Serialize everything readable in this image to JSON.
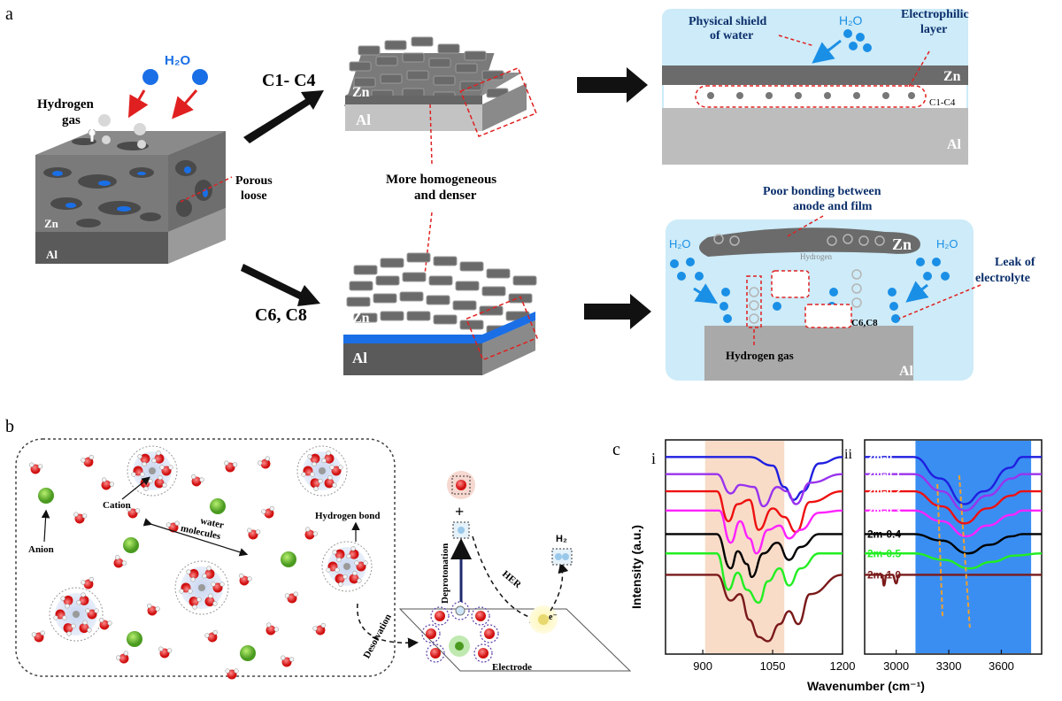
{
  "panels": {
    "a": "a",
    "b": "b",
    "c": "c"
  },
  "panel_a": {
    "water_top": "H₂O",
    "hydrogen_gas": "Hydrogen gas",
    "porous_loose": "Porous loose",
    "zn": "Zn",
    "al": "Al",
    "route_top": "C1- C4",
    "route_bottom": "C6, C8",
    "homogeneous": "More homogeneous and denser",
    "top_box": {
      "physical_shield": "Physical shield of water",
      "h2o": "H₂O",
      "electrophilic": "Electrophilic layer",
      "zn": "Zn",
      "chain_label": "C1-C4",
      "al": "Al"
    },
    "bottom_box": {
      "poor_bonding": "Poor bonding between anode and film",
      "zn": "Zn",
      "hydrogen_small": "Hydrogen",
      "h2o_left": "H₂O",
      "h2o_right": "H₂O",
      "leak": "Leak of electrolyte",
      "chain_label": "C6,C8",
      "hydrogen_gas": "Hydrogen gas",
      "al": "Al"
    }
  },
  "panel_b": {
    "cation": "Cation",
    "anion": "Anion",
    "water_molecules": "water molecules",
    "hydrogen_bond": "Hydrogen bond",
    "desolvation": "Desolvation",
    "deprotonation": "Deprotonation",
    "her": "HER",
    "h2": "H₂",
    "electron": "e⁻",
    "electrode": "Electrode",
    "plus": "+"
  },
  "chart_data": [
    {
      "type": "line",
      "panel": "i",
      "xlabel": "",
      "ylabel": "Intensity (a.u.)",
      "x_ticks": [
        900,
        1050,
        1200
      ],
      "xlim": [
        820,
        1200
      ],
      "highlight_band": [
        905,
        1075
      ],
      "series": [
        {
          "color": "#1f1fe0",
          "points": [
            [
              820,
              1.0
            ],
            [
              1000,
              1.0
            ],
            [
              1050,
              0.96
            ],
            [
              1075,
              0.86
            ],
            [
              1095,
              0.8
            ],
            [
              1115,
              0.84
            ],
            [
              1150,
              0.97
            ],
            [
              1200,
              1.0
            ]
          ]
        },
        {
          "color": "#9933ee",
          "points": [
            [
              820,
              0.92
            ],
            [
              930,
              0.92
            ],
            [
              960,
              0.83
            ],
            [
              980,
              0.87
            ],
            [
              1010,
              0.86
            ],
            [
              1030,
              0.77
            ],
            [
              1060,
              0.86
            ],
            [
              1080,
              0.84
            ],
            [
              1100,
              0.78
            ],
            [
              1130,
              0.88
            ],
            [
              1200,
              0.92
            ]
          ]
        },
        {
          "color": "#ee1111",
          "points": [
            [
              820,
              0.84
            ],
            [
              930,
              0.84
            ],
            [
              955,
              0.7
            ],
            [
              975,
              0.78
            ],
            [
              1000,
              0.8
            ],
            [
              1020,
              0.66
            ],
            [
              1050,
              0.76
            ],
            [
              1075,
              0.72
            ],
            [
              1100,
              0.65
            ],
            [
              1130,
              0.79
            ],
            [
              1200,
              0.84
            ]
          ]
        },
        {
          "color": "#ff22ff",
          "points": [
            [
              820,
              0.75
            ],
            [
              935,
              0.75
            ],
            [
              960,
              0.6
            ],
            [
              980,
              0.7
            ],
            [
              1000,
              0.62
            ],
            [
              1015,
              0.55
            ],
            [
              1040,
              0.66
            ],
            [
              1065,
              0.68
            ],
            [
              1085,
              0.62
            ],
            [
              1110,
              0.66
            ],
            [
              1150,
              0.74
            ],
            [
              1200,
              0.75
            ]
          ]
        },
        {
          "color": "#000000",
          "points": [
            [
              820,
              0.64
            ],
            [
              930,
              0.64
            ],
            [
              960,
              0.48
            ],
            [
              975,
              0.56
            ],
            [
              995,
              0.5
            ],
            [
              1005,
              0.44
            ],
            [
              1030,
              0.55
            ],
            [
              1060,
              0.6
            ],
            [
              1085,
              0.52
            ],
            [
              1110,
              0.58
            ],
            [
              1150,
              0.64
            ],
            [
              1200,
              0.64
            ]
          ]
        },
        {
          "color": "#22ee22",
          "points": [
            [
              820,
              0.55
            ],
            [
              930,
              0.55
            ],
            [
              955,
              0.38
            ],
            [
              975,
              0.46
            ],
            [
              995,
              0.38
            ],
            [
              1020,
              0.32
            ],
            [
              1040,
              0.42
            ],
            [
              1065,
              0.48
            ],
            [
              1085,
              0.4
            ],
            [
              1110,
              0.48
            ],
            [
              1150,
              0.55
            ],
            [
              1200,
              0.55
            ]
          ]
        },
        {
          "color": "#7a1a1a",
          "points": [
            [
              820,
              0.45
            ],
            [
              930,
              0.45
            ],
            [
              960,
              0.33
            ],
            [
              980,
              0.36
            ],
            [
              1000,
              0.24
            ],
            [
              1020,
              0.16
            ],
            [
              1040,
              0.14
            ],
            [
              1065,
              0.22
            ],
            [
              1085,
              0.28
            ],
            [
              1105,
              0.22
            ],
            [
              1130,
              0.36
            ],
            [
              1200,
              0.45
            ]
          ]
        }
      ]
    },
    {
      "type": "line",
      "panel": "ii",
      "xlabel": "Wavenumber (cm⁻¹)",
      "ylabel": "",
      "x_ticks": [
        3000,
        3300,
        3600
      ],
      "xlim": [
        2820,
        3830
      ],
      "highlight_band": [
        3110,
        3770
      ],
      "series": [
        {
          "name": "2m-0",
          "color": "#1f1fe0",
          "label_color": "#ffffff",
          "points": [
            [
              2820,
              1.0
            ],
            [
              3100,
              1.0
            ],
            [
              3250,
              0.9
            ],
            [
              3390,
              0.78
            ],
            [
              3500,
              0.84
            ],
            [
              3650,
              0.95
            ],
            [
              3720,
              1.0
            ],
            [
              3830,
              1.0
            ]
          ]
        },
        {
          "name": "2m-0.1",
          "color": "#9933ee",
          "label_color": "#ffffff",
          "points": [
            [
              2820,
              0.92
            ],
            [
              3100,
              0.92
            ],
            [
              3260,
              0.84
            ],
            [
              3390,
              0.75
            ],
            [
              3520,
              0.82
            ],
            [
              3660,
              0.9
            ],
            [
              3720,
              0.92
            ],
            [
              3830,
              0.92
            ]
          ]
        },
        {
          "name": "2m-0.2",
          "color": "#ee1111",
          "label_color": "#ffffff",
          "points": [
            [
              2820,
              0.84
            ],
            [
              3100,
              0.84
            ],
            [
              3260,
              0.77
            ],
            [
              3390,
              0.69
            ],
            [
              3520,
              0.76
            ],
            [
              3660,
              0.82
            ],
            [
              3720,
              0.84
            ],
            [
              3830,
              0.84
            ]
          ]
        },
        {
          "name": "2m-0.3",
          "color": "#ff22ff",
          "label_color": "#ffffff",
          "points": [
            [
              2820,
              0.75
            ],
            [
              3100,
              0.75
            ],
            [
              3260,
              0.7
            ],
            [
              3400,
              0.63
            ],
            [
              3520,
              0.68
            ],
            [
              3660,
              0.73
            ],
            [
              3720,
              0.75
            ],
            [
              3830,
              0.75
            ]
          ]
        },
        {
          "name": "2m-0.4",
          "color": "#000000",
          "label_color": "#000000",
          "points": [
            [
              2820,
              0.64
            ],
            [
              3100,
              0.64
            ],
            [
              3260,
              0.61
            ],
            [
              3410,
              0.55
            ],
            [
              3530,
              0.59
            ],
            [
              3660,
              0.63
            ],
            [
              3720,
              0.64
            ],
            [
              3830,
              0.64
            ]
          ]
        },
        {
          "name": "2m-0.5",
          "color": "#22ee22",
          "label_color": "#22ee22",
          "points": [
            [
              2820,
              0.55
            ],
            [
              3100,
              0.55
            ],
            [
              3270,
              0.52
            ],
            [
              3420,
              0.48
            ],
            [
              3540,
              0.51
            ],
            [
              3680,
              0.54
            ],
            [
              3830,
              0.55
            ]
          ]
        },
        {
          "name": "2m-1.0",
          "color": "#7a1a1a",
          "label_color": "#7a1a1a",
          "points": [
            [
              2820,
              0.45
            ],
            [
              2920,
              0.45
            ],
            [
              2930,
              0.4
            ],
            [
              2945,
              0.45
            ],
            [
              2980,
              0.45
            ],
            [
              3000,
              0.41
            ],
            [
              3015,
              0.45
            ],
            [
              3830,
              0.45
            ]
          ]
        }
      ]
    }
  ],
  "chart_labels": {
    "panel_i": "i",
    "panel_ii": "ii",
    "xlabel": "Wavenumber (cm⁻¹)",
    "ylabel": "Intensity (a.u.)"
  },
  "colors": {
    "water_blue": "#1a8fe6",
    "red_arrow": "#e02020",
    "zn_gray": "#6b6b6b",
    "al_gray": "#a9a9a9",
    "box_bg": "#cdebf8",
    "band_peach": "#f8dcc8",
    "band_blue": "#3a8ef2"
  }
}
